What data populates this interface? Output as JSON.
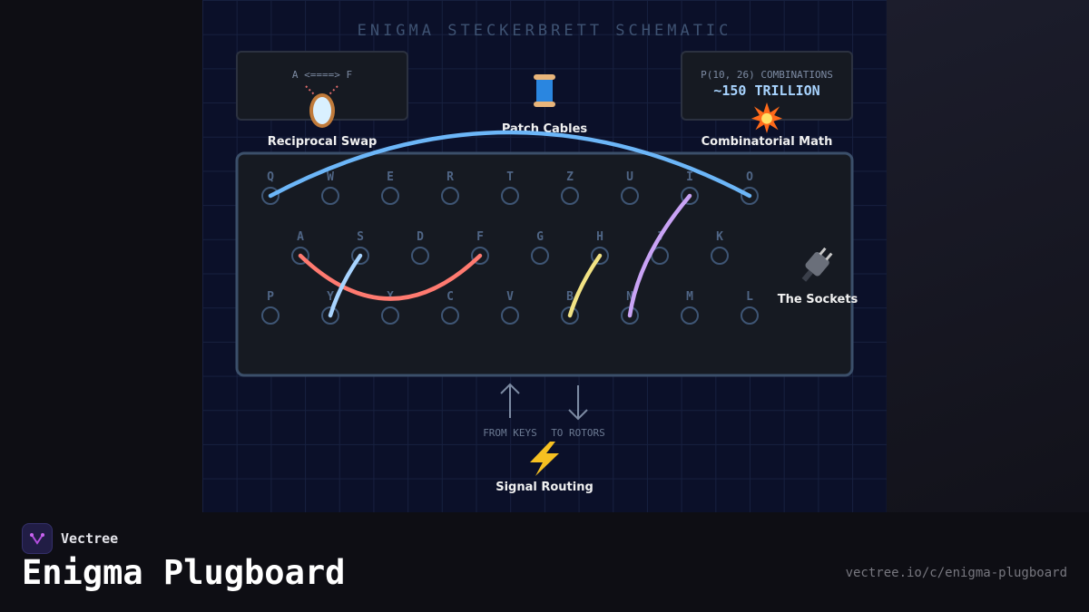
{
  "diagram": {
    "title": "ENIGMA STECKERBRETT SCHEMATIC",
    "swap_box": {
      "text": "A <====> F",
      "label": "Reciprocal Swap",
      "icon": "mirror-icon"
    },
    "patch": {
      "label": "Patch Cables",
      "icon": "spool-icon"
    },
    "math_box": {
      "line1": "P(10, 26) COMBINATIONS",
      "line2": "~150 TRILLION",
      "label": "Combinatorial Math",
      "icon": "explosion-icon"
    },
    "sockets": {
      "label": "The Sockets",
      "icon": "plug-icon"
    },
    "rows": [
      [
        "Q",
        "W",
        "E",
        "R",
        "T",
        "Z",
        "U",
        "I",
        "O"
      ],
      [
        "A",
        "S",
        "D",
        "F",
        "G",
        "H",
        "J",
        "K"
      ],
      [
        "P",
        "Y",
        "X",
        "C",
        "V",
        "B",
        "N",
        "M",
        "L"
      ]
    ],
    "cables": [
      {
        "from": "Q",
        "to": "O",
        "color": "#6cb6f8"
      },
      {
        "from": "A",
        "to": "F",
        "color": "#ff7a70"
      },
      {
        "from": "S",
        "to": "Y",
        "color": "#a8d4ff"
      },
      {
        "from": "H",
        "to": "B",
        "color": "#f2e384"
      },
      {
        "from": "I",
        "to": "N",
        "color": "#c9a3f5"
      }
    ],
    "routing": {
      "from_keys": "FROM KEYS",
      "to_rotors": "TO ROTORS",
      "label": "Signal Routing",
      "icon": "lightning-icon"
    }
  },
  "footer": {
    "brand": "Vectree",
    "title": "Enigma Plugboard",
    "url": "vectree.io/c/enigma-plugboard"
  }
}
